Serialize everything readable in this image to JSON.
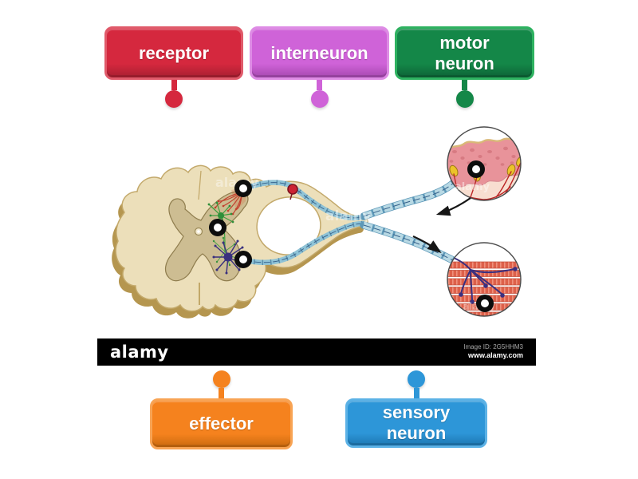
{
  "activity": {
    "labels": [
      {
        "id": "receptor",
        "text": "receptor",
        "fill": "#d5283e",
        "edge": "#e05a6a",
        "dark": "#a81f31"
      },
      {
        "id": "interneuron",
        "text": "interneuron",
        "fill": "#cf63d8",
        "edge": "#de8ce5",
        "dark": "#a648b0"
      },
      {
        "id": "motor-neuron",
        "text": "motor\nneuron",
        "fill": "#148748",
        "edge": "#2eb260",
        "dark": "#0d6336"
      },
      {
        "id": "effector",
        "text": "effector",
        "fill": "#f5821e",
        "edge": "#f8a455",
        "dark": "#c96a0f"
      },
      {
        "id": "sensory-neuron",
        "text": "sensory\nneuron",
        "fill": "#2d96d8",
        "edge": "#5cb2e6",
        "dark": "#1d77b2"
      }
    ],
    "drop_targets": [
      {
        "id": "dorsal-root-entry"
      },
      {
        "id": "spinal-cord-interneuron"
      },
      {
        "id": "ventral-root-exit"
      },
      {
        "id": "skin-receptor-inset"
      },
      {
        "id": "muscle-effector-inset"
      }
    ],
    "ring_color": "#0d0d0d"
  },
  "stock_image": {
    "watermark": "alamy",
    "footer": {
      "logo": "alamy",
      "image_id": "Image ID: 2G5HHM3",
      "website": "www.alamy.com"
    }
  }
}
